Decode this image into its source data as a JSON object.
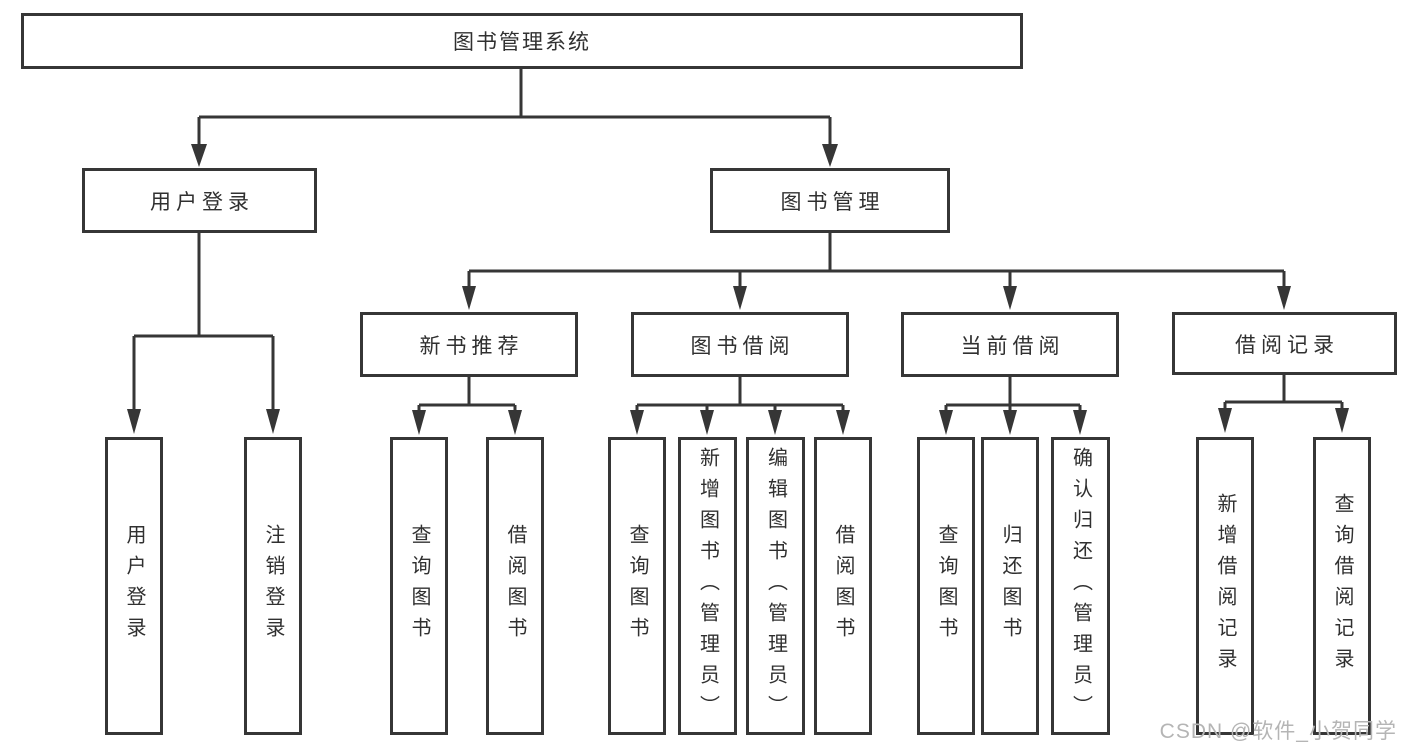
{
  "tree": {
    "root": {
      "label": "图书管理系统"
    },
    "branches": [
      {
        "label": "用户登录",
        "children": [
          {
            "label": "用户登录"
          },
          {
            "label": "注销登录"
          }
        ]
      },
      {
        "label": "图书管理",
        "modules": [
          {
            "label": "新书推荐",
            "children": [
              {
                "label": "查询图书"
              },
              {
                "label": "借阅图书"
              }
            ]
          },
          {
            "label": "图书借阅",
            "children": [
              {
                "label": "查询图书"
              },
              {
                "label": "新增图书（管理员）"
              },
              {
                "label": "编辑图书（管理员）"
              },
              {
                "label": "借阅图书"
              }
            ]
          },
          {
            "label": "当前借阅",
            "children": [
              {
                "label": "查询图书"
              },
              {
                "label": "归还图书"
              },
              {
                "label": "确认归还（管理员）"
              }
            ]
          },
          {
            "label": "借阅记录",
            "children": [
              {
                "label": "新增借阅记录"
              },
              {
                "label": "查询借阅记录"
              }
            ]
          }
        ]
      }
    ]
  },
  "watermark": {
    "text": "CSDN @软件_小贺同学"
  },
  "colors": {
    "line": "#363636",
    "box_border": "#363636",
    "text": "#303030",
    "watermark": "#b5b5b5",
    "background": "#ffffff"
  }
}
